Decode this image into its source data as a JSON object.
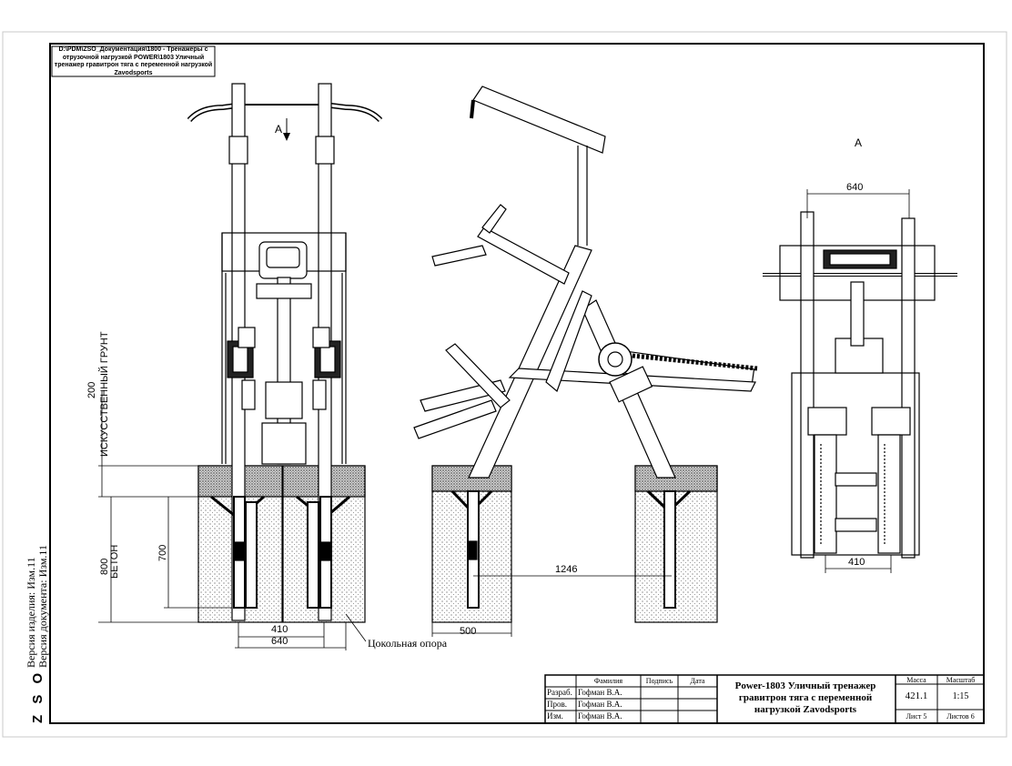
{
  "reference_path": "D:\\PDM\\ZSO_Документация\\1800 - Тренажеры с отрузочной нагрузкой POWER\\1803 Уличный тренажер гравитрон тяга с переменной нагрузкой Zavodsports",
  "views": {
    "front_marker": "А",
    "side_view_label": "А"
  },
  "dimensions": {
    "top_width": "640",
    "bottom_width": "410",
    "artificial_ground_height": "200",
    "concrete_depth": "800",
    "post_depth": "700",
    "base_center_spacing": "410",
    "base_total_width": "640",
    "foundation_width": "500",
    "foundation_spacing": "1246"
  },
  "labels": {
    "artificial_ground": "ИСКУССТВЕННЫЙ ГРУНТ",
    "concrete": "БЕТОН",
    "plinth_support": "Цокольная опора"
  },
  "side_margin": {
    "product_version": "Версия изделия: Изм.11",
    "document_version": "Версия документа: Изм.11",
    "logo": "Z S O"
  },
  "title_block": {
    "col_surname": "Фамилия",
    "col_signature": "Подпись",
    "col_date": "Дата",
    "rows": [
      {
        "role": "Разраб.",
        "name": "Гофман В.А."
      },
      {
        "role": "Пров.",
        "name": "Гофман В.А."
      },
      {
        "role": "Изм.",
        "name": "Гофман В.А."
      }
    ],
    "product_title": "Power-1803 Уличный тренажер гравитрон тяга с переменной нагрузкой Zavodsports",
    "mass_label": "Масса",
    "mass_value": "421.1",
    "scale_label": "Масштаб",
    "scale_value": "1:15",
    "sheet": "Лист 5",
    "sheets_total": "Листов 6"
  }
}
